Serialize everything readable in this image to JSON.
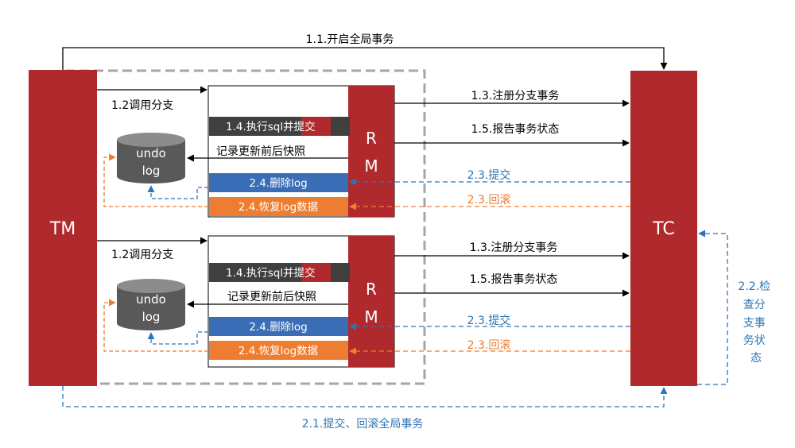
{
  "nodes": {
    "tm": "TM",
    "tc": "TC",
    "rm_line1": "R",
    "rm_line2": "M",
    "undo_line1": "undo",
    "undo_line2": "log"
  },
  "labels": {
    "start_global": "1.1.开启全局事务",
    "call_branch": "1.2调用分支",
    "register_branch": "1.3.注册分支事务",
    "exec_sql_prefix": "1.4.执行sql并",
    "exec_sql_highlight": "提交",
    "record_snapshot": "记录更新前后快照",
    "report_status": "1.5.报告事务状态",
    "commit_rollback_global": "2.1.提交、回滚全局事务",
    "check_branch_status": [
      "2.2.检",
      "查分",
      "支事",
      "务状",
      "态"
    ],
    "commit": "2.3.提交",
    "rollback": "2.3.回滚",
    "delete_log": "2.4.删除log",
    "restore_log": "2.4.恢复log数据"
  },
  "colors": {
    "node_red": "#b0292c",
    "step_dark": "#404040",
    "step_blue": "#3a6db5",
    "step_orange": "#ed7d31",
    "commit_blue": "#2e75b6",
    "rollback_orange": "#ed7d31",
    "cylinder_gray": "#595959",
    "boundary_gray": "#a6a6a6"
  }
}
